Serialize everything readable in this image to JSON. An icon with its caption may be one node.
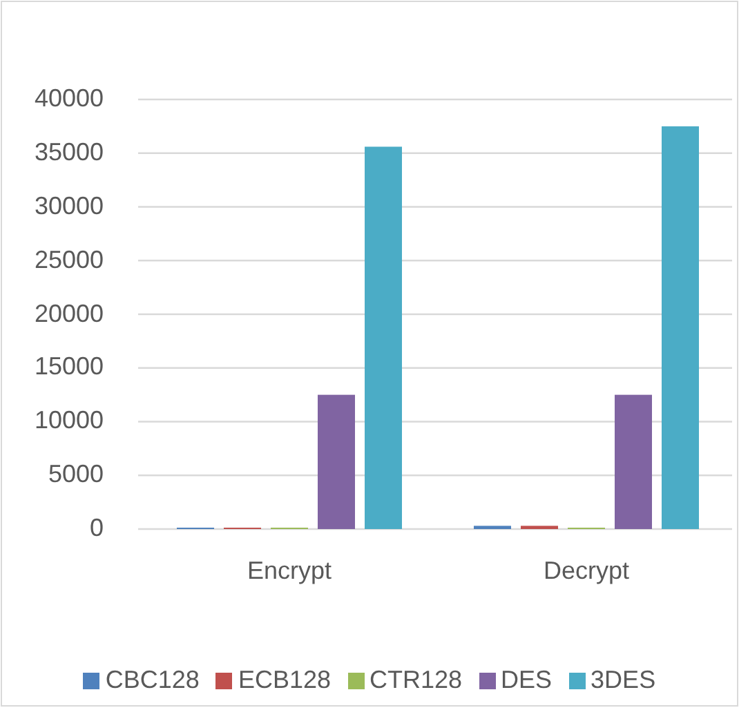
{
  "diagram": {
    "chart_data": {
      "type": "bar",
      "categories": [
        "Encrypt",
        "Decrypt"
      ],
      "series": [
        {
          "name": "CBC128",
          "color": "#4f81bd",
          "values": [
            100,
            300
          ]
        },
        {
          "name": "ECB128",
          "color": "#c0504d",
          "values": [
            100,
            300
          ]
        },
        {
          "name": "CTR128",
          "color": "#9bbb59",
          "values": [
            100,
            100
          ]
        },
        {
          "name": "DES",
          "color": "#8064a2",
          "values": [
            12500,
            12500
          ]
        },
        {
          "name": "3DES",
          "color": "#4bacc6",
          "values": [
            35600,
            37500
          ]
        }
      ],
      "ylim": [
        0,
        40000
      ],
      "yticks": [
        0,
        5000,
        10000,
        15000,
        20000,
        25000,
        30000,
        35000,
        40000
      ],
      "grid": true,
      "legend": "bottom"
    }
  }
}
